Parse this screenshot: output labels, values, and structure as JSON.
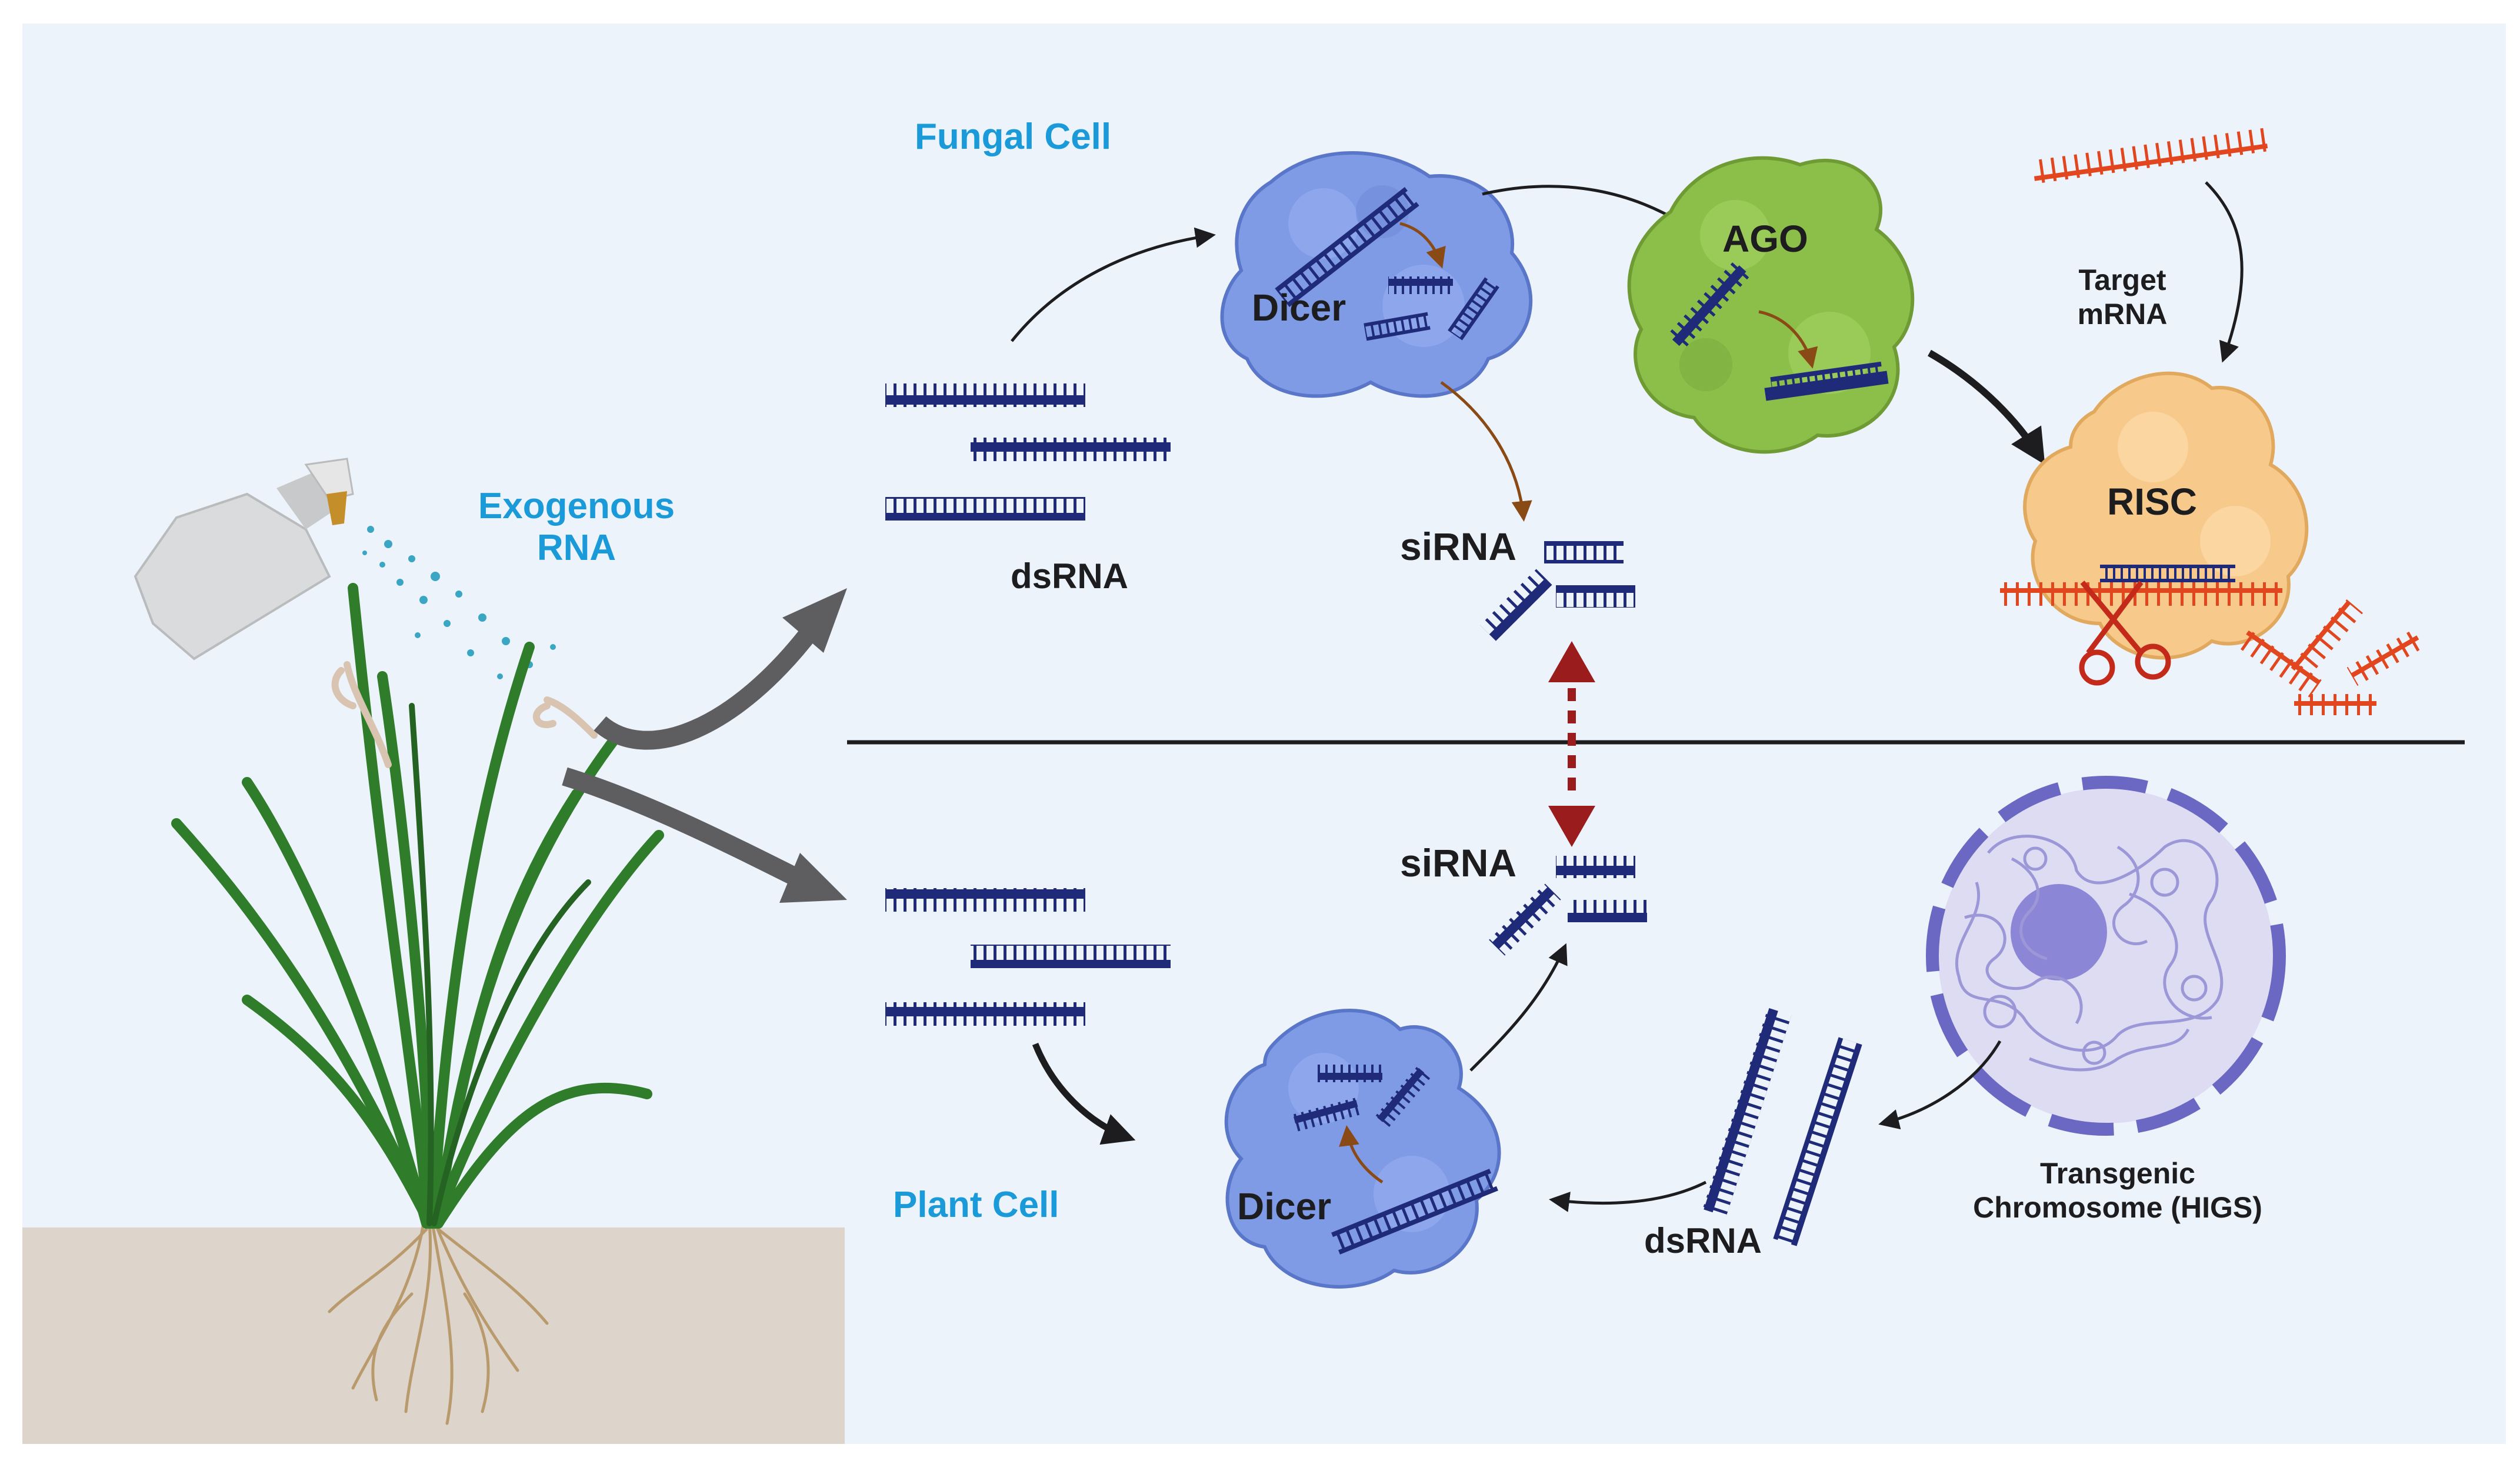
{
  "labels": {
    "fungal_cell": "Fungal Cell",
    "plant_cell": "Plant Cell",
    "exogenous_rna_line1": "Exogenous",
    "exogenous_rna_line2": "RNA",
    "dsrna_top": "dsRNA",
    "dicer_top": "Dicer",
    "ago": "AGO",
    "target_mrna_line1": "Target",
    "target_mrna_line2": "mRNA",
    "risc": "RISC",
    "sirna_top": "siRNA",
    "sirna_bottom": "siRNA",
    "dicer_bottom": "Dicer",
    "dsrna_bottom": "dsRNA",
    "transgenic_line1": "Transgenic",
    "transgenic_line2": "Chromosome (HIGS)"
  },
  "colors": {
    "panel_background": "#edf3fb",
    "soil": "#ddd4cc",
    "title_blue": "#1a9ad8",
    "rna_navy": "#1f2a78",
    "dicer_blue": "#7f9be6",
    "ago_green": "#8cbf4a",
    "risc_orange": "#f7c98b",
    "mrna_red": "#e2461f",
    "double_arrow_red": "#9b1c1c",
    "plant_green": "#2f7d2a",
    "root_brown": "#b99a6c",
    "nucleus_purple": "#9c98d8"
  },
  "icons": [
    "spray-bottle-icon",
    "plant-icon",
    "scissors-icon",
    "nucleus-icon"
  ]
}
